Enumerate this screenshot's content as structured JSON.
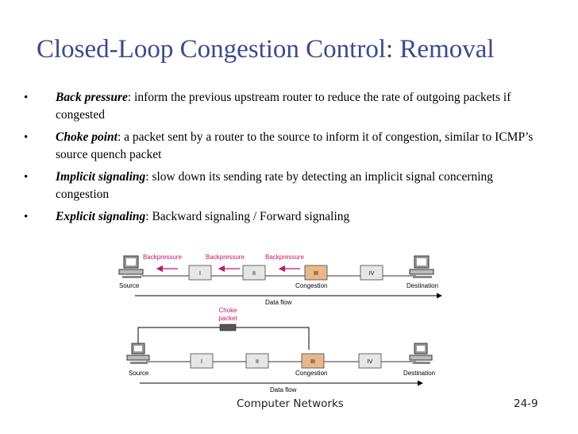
{
  "title": "Closed-Loop Congestion Control: Removal",
  "bullets": [
    {
      "term": "Back pressure",
      "text": ": inform the previous upstream router to reduce the rate of outgoing packets if congested"
    },
    {
      "term": "Choke point",
      "text": ": a packet sent by a router to the source to inform it of congestion, similar to ICMP’s source quench packet"
    },
    {
      "term": "Implicit signaling",
      "text": ": slow down its sending rate by detecting an implicit signal concerning congestion"
    },
    {
      "term": "Explicit signaling",
      "text": ": Backward signaling / Forward signaling"
    }
  ],
  "bullet_symbol": "•",
  "diagram": {
    "top": {
      "backpressure": [
        "Backpressure",
        "Backpressure",
        "Backpressure"
      ],
      "routers": [
        "I",
        "II",
        "III",
        "IV"
      ],
      "source": "Source",
      "congestion": "Congestion",
      "destination": "Destination",
      "flow": "Data flow"
    },
    "bottom": {
      "choke_line1": "Choke",
      "choke_line2": "packet",
      "routers": [
        "I",
        "II",
        "III",
        "IV"
      ],
      "source": "Source",
      "congestion": "Congestion",
      "destination": "Destination",
      "flow": "Data flow"
    },
    "colors": {
      "magenta": "#c0166f",
      "router": "#e6e6e6",
      "congested": "#e8b88a"
    }
  },
  "footer": {
    "center": "Computer Networks",
    "right": "24-9"
  }
}
